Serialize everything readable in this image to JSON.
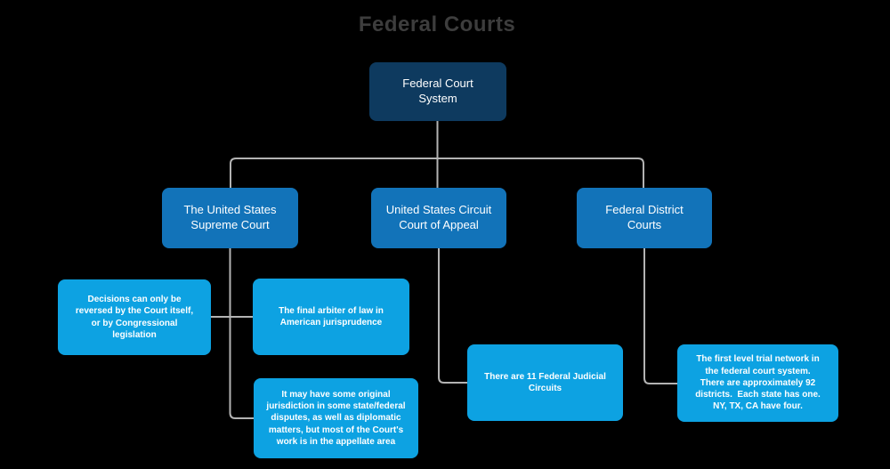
{
  "title": "Federal Courts",
  "colors": {
    "background": "#000000",
    "title_text": "#3d3d3d",
    "node_text": "#ffffff",
    "root_fill": "#0e3a5f",
    "branch_fill": "#1273b9",
    "leaf_fill": "#0da2e2",
    "connector": "#b3b3b3"
  },
  "nodes": {
    "root": {
      "label": "Federal Court\nSystem"
    },
    "supreme": {
      "label": "The United States\nSupreme Court"
    },
    "circuit": {
      "label": "United States Circuit\nCourt of Appeal"
    },
    "district": {
      "label": "Federal District\nCourts"
    },
    "decisions": {
      "label": "Decisions can only be\nreversed by the Court itself,\nor by Congressional\nlegislation"
    },
    "arbiter": {
      "label": "The final arbiter of law in\nAmerican jurisprudence"
    },
    "original": {
      "label": "It may have some original\njurisdiction in some state/federal\ndisputes, as well as diplomatic\nmatters, but most of the Court's\nwork is in the appellate area"
    },
    "circuits11": {
      "label": "There are 11 Federal Judicial\nCircuits"
    },
    "firstlevel": {
      "label": "The first level trial network in\nthe federal court system.\nThere are approximately 92\ndistricts.  Each state has one.\nNY, TX, CA have four."
    }
  }
}
